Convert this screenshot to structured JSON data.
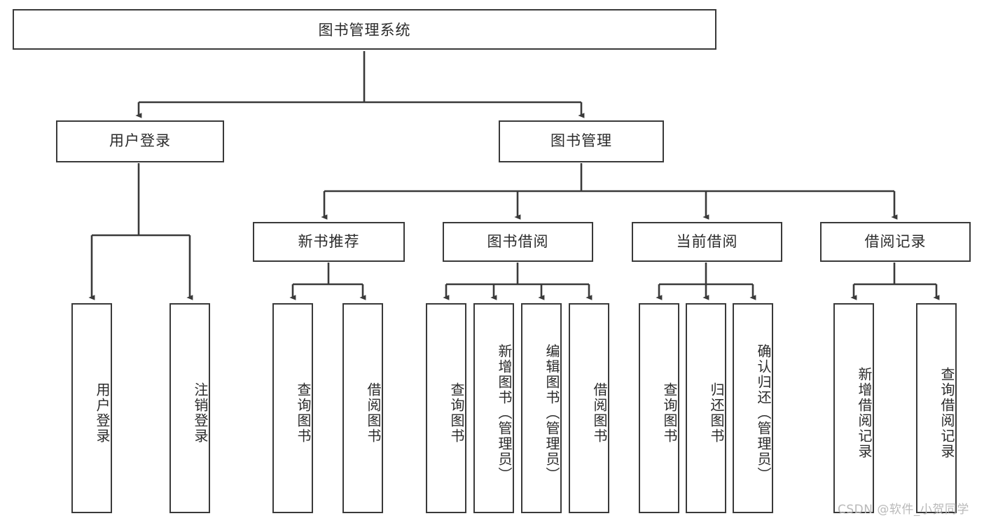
{
  "diagram": {
    "type": "tree-hierarchy",
    "title": "图书管理系统",
    "root": {
      "id": "root",
      "label": "图书管理系统"
    },
    "level2": [
      {
        "id": "user-login",
        "label": "用户登录"
      },
      {
        "id": "book-management",
        "label": "图书管理"
      }
    ],
    "level3": [
      {
        "id": "new-book-recommend",
        "label": "新书推荐",
        "parent": "book-management"
      },
      {
        "id": "book-borrow",
        "label": "图书借阅",
        "parent": "book-management"
      },
      {
        "id": "current-borrow",
        "label": "当前借阅",
        "parent": "book-management"
      },
      {
        "id": "borrow-record",
        "label": "借阅记录",
        "parent": "book-management"
      }
    ],
    "leaves": [
      {
        "id": "leaf-user-login",
        "label": "用户登录",
        "parent": "user-login"
      },
      {
        "id": "leaf-logout-login",
        "label": "注销登录",
        "parent": "user-login"
      },
      {
        "id": "leaf-query-book-1",
        "label": "查询图书",
        "parent": "new-book-recommend"
      },
      {
        "id": "leaf-borrow-book-1",
        "label": "借阅图书",
        "parent": "new-book-recommend"
      },
      {
        "id": "leaf-query-book-2",
        "label": "查询图书",
        "parent": "book-borrow"
      },
      {
        "id": "leaf-add-book",
        "label": "新增图书（管理员）",
        "parent": "book-borrow"
      },
      {
        "id": "leaf-edit-book",
        "label": "编辑图书（管理员）",
        "parent": "book-borrow"
      },
      {
        "id": "leaf-borrow-book-2",
        "label": "借阅图书",
        "parent": "book-borrow"
      },
      {
        "id": "leaf-query-book-3",
        "label": "查询图书",
        "parent": "current-borrow"
      },
      {
        "id": "leaf-return-book",
        "label": "归还图书",
        "parent": "current-borrow"
      },
      {
        "id": "leaf-confirm-return",
        "label": "确认归还（管理员）",
        "parent": "current-borrow"
      },
      {
        "id": "leaf-add-borrow-record",
        "label": "新增借阅记录",
        "parent": "borrow-record"
      },
      {
        "id": "leaf-query-borrow-record",
        "label": "查询借阅记录",
        "parent": "borrow-record"
      }
    ],
    "colors": {
      "box_border": "#3a3a3a",
      "box_fill": "#ffffff",
      "connector": "#3a3a3a",
      "text": "#2b2b2b",
      "watermark": "#b9b9b9",
      "background": "#ffffff"
    }
  },
  "watermark": {
    "text": "CSDN @软件_小贺同学"
  }
}
